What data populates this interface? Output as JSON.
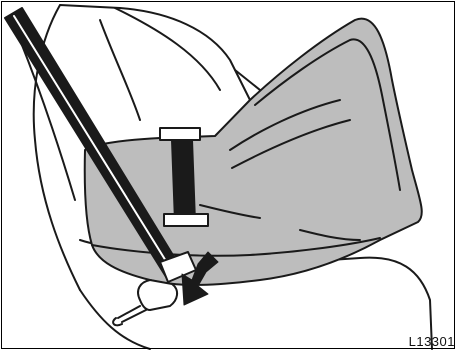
{
  "figure": {
    "code": "L13301",
    "subject": "child-restraint-seat-seatbelt-installation",
    "arrow_direction": "down-left",
    "colors": {
      "line": "#1a1a1a",
      "seat_fill": "#bdbdbd",
      "vehicle_seat_fill": "#ffffff",
      "background": "#ffffff"
    }
  }
}
